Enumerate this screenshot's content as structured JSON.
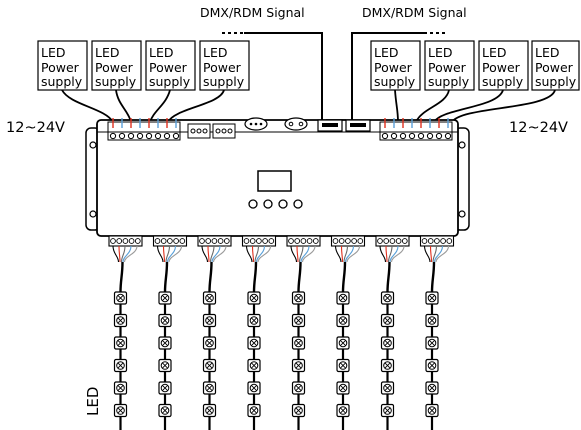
{
  "signals": {
    "left_label": "DMX/RDM Signal",
    "right_label": "DMX/RDM Signal"
  },
  "voltage": {
    "left": "12~24V",
    "right": "12~24V"
  },
  "power_supplies": {
    "left": [
      {
        "lines": [
          "LED",
          "Power",
          "supply"
        ]
      },
      {
        "lines": [
          "LED",
          "Power",
          "supply"
        ]
      },
      {
        "lines": [
          "LED",
          "Power",
          "supply"
        ]
      },
      {
        "lines": [
          "LED",
          "Power",
          "supply"
        ]
      }
    ],
    "right": [
      {
        "lines": [
          "LED",
          "Power",
          "supply"
        ]
      },
      {
        "lines": [
          "LED",
          "Power",
          "supply"
        ]
      },
      {
        "lines": [
          "LED",
          "Power",
          "supply"
        ]
      },
      {
        "lines": [
          "LED",
          "Power",
          "supply"
        ]
      }
    ]
  },
  "output_channels": 8,
  "leds_per_strip": 6,
  "strip_label": "LED",
  "indicator_dots": 4,
  "colors": {
    "stroke": "#000000",
    "background": "#ffffff",
    "wire_red": "#e0301e",
    "wire_blue": "#5aa0d8"
  }
}
